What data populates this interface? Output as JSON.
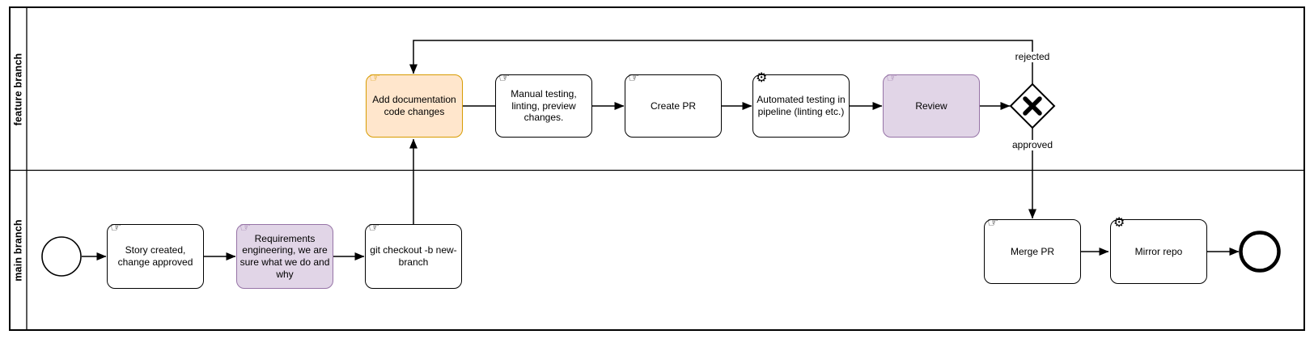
{
  "pool": {
    "lanes": [
      {
        "id": "feature-branch",
        "label": "feature branch"
      },
      {
        "id": "main-branch",
        "label": "main branch"
      }
    ]
  },
  "tasks": {
    "add_documentation": {
      "label": "Add documentation code changes",
      "type": "manual task",
      "fill": "#ffe6cc",
      "stroke": "#d79b00"
    },
    "manual_testing": {
      "label": "Manual testing, linting, preview changes.",
      "type": "manual task",
      "fill": "#ffffff",
      "stroke": "#000000"
    },
    "create_pr": {
      "label": "Create PR",
      "type": "manual task",
      "fill": "#ffffff",
      "stroke": "#000000"
    },
    "automated_testing": {
      "label": "Automated testing in pipeline (linting etc.)",
      "type": "service task",
      "fill": "#ffffff",
      "stroke": "#000000"
    },
    "review": {
      "label": "Review",
      "type": "manual task",
      "fill": "#e1d5e7",
      "stroke": "#9673a6"
    },
    "story_created": {
      "label": "Story created, change approved",
      "type": "manual task",
      "fill": "#ffffff",
      "stroke": "#000000"
    },
    "requirements": {
      "label": "Requirements engineering, we are sure what we do and why",
      "type": "manual task",
      "fill": "#e1d5e7",
      "stroke": "#9673a6"
    },
    "git_checkout": {
      "label": "git checkout -b new-branch",
      "type": "manual task",
      "fill": "#ffffff",
      "stroke": "#000000"
    },
    "merge_pr": {
      "label": "Merge PR",
      "type": "manual task",
      "fill": "#ffffff",
      "stroke": "#000000"
    },
    "mirror_repo": {
      "label": "Mirror repo",
      "type": "service task",
      "fill": "#ffffff",
      "stroke": "#000000"
    }
  },
  "gateway": {
    "type": "exclusive gateway",
    "labels": {
      "rejected": "rejected",
      "approved": "approved"
    }
  },
  "glyphs": {
    "hand": "☞",
    "gear": "⚙"
  }
}
